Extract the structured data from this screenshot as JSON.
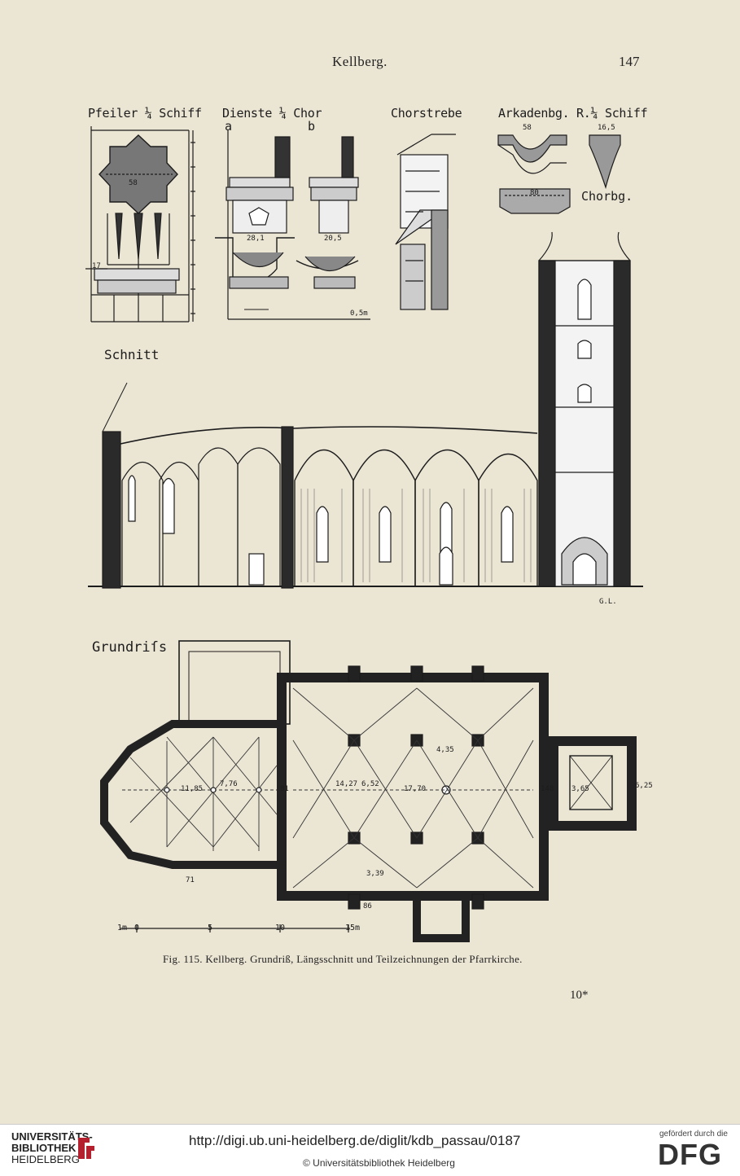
{
  "header": {
    "title": "Kellberg.",
    "page_number": "147"
  },
  "detail_labels": {
    "pfeiler": "Pfeiler ¼ Schiff",
    "dienste": "Dienste ¼ Chor",
    "dienste_a": "a",
    "dienste_b": "b",
    "chorstrebe": "Chorstrebe",
    "arkaden": "Arkadenbg. R.¼ Schiff",
    "chorbg": "Chorbg."
  },
  "dimensions": {
    "pfeiler_58": "58",
    "pfeiler_17": "17",
    "dienste_28": "28,1",
    "dienste_20": "20,5",
    "arkaden_58": "58",
    "arkaden_80": "80",
    "arkaden_165": "16,5",
    "scale_small": "0,5m",
    "plan_1185": "11,85",
    "plan_776": "7,76",
    "plan_81": "81",
    "plan_1427": "14,27",
    "plan_652": "6,52",
    "plan_1770": "17,70",
    "plan_435": "4,35",
    "plan_148": "148",
    "plan_365": "3,65",
    "plan_625": "6,25",
    "plan_71": "71",
    "plan_339": "3,39",
    "plan_86": "86",
    "plan_scale_0": "0",
    "plan_scale_5": "5",
    "plan_scale_10": "10",
    "plan_scale_15": "15m",
    "plan_scale_1": "1m"
  },
  "section_labels": {
    "schnitt": "Schnitt",
    "grundriss": "Grundriſs",
    "initials": "G.L."
  },
  "caption": "Fig. 115. Kellberg. Grundriß, Längsschnitt und Teilzeichnungen der Pfarrkirche.",
  "signature": "10*",
  "footer": {
    "library": "UNIVERSITÄTS-",
    "library2": "BIBLIOTHEK",
    "library3": "HEIDELBERG",
    "url": "http://digi.ub.uni-heidelberg.de/diglit/kdb_passau/0187",
    "copyright": "© Universitätsbibliothek Heidelberg",
    "funded_by": "gefördert durch die",
    "funder": "DFG"
  }
}
